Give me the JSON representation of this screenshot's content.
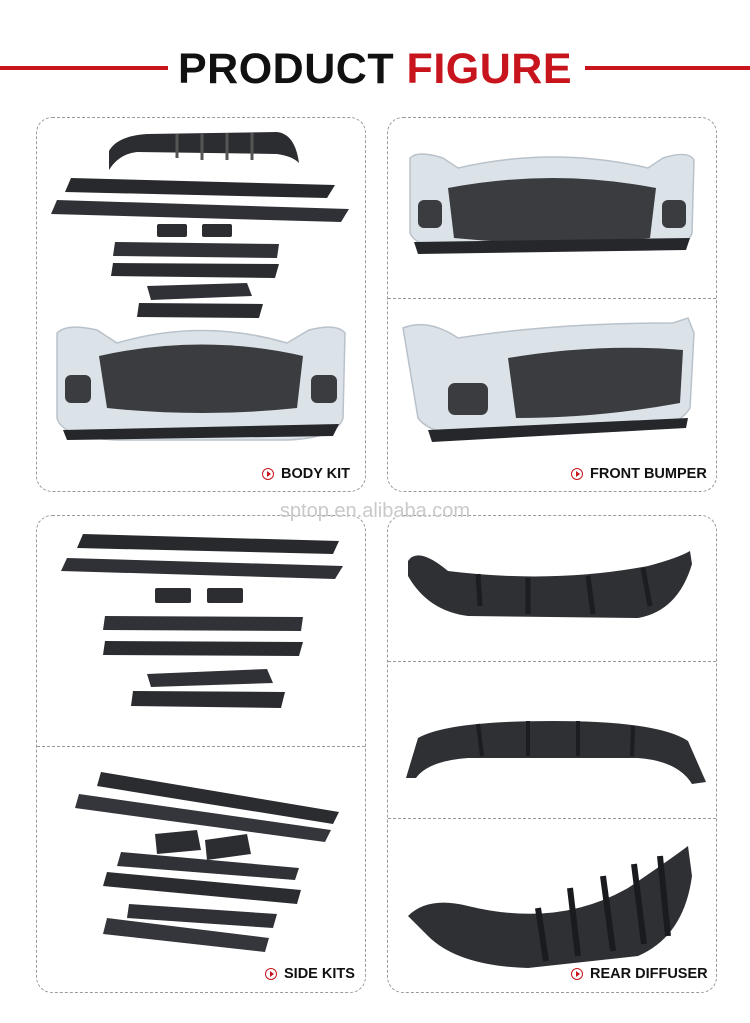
{
  "header": {
    "title_part1": "PRODUCT",
    "title_part2": "FIGURE"
  },
  "watermark": "sptop.en.alibaba.com",
  "panels": {
    "body_kit": {
      "label": "BODY KIT"
    },
    "front_bumper": {
      "label": "FRONT BUMPER"
    },
    "side_kits": {
      "label": "SIDE KITS"
    },
    "rear_diffuser": {
      "label": "REAR DIFFUSER"
    }
  },
  "colors": {
    "accent": "#c8141d",
    "bumper": "#dbe2e8",
    "carbon": "#2b2d31",
    "mesh": "#3a3c40"
  }
}
